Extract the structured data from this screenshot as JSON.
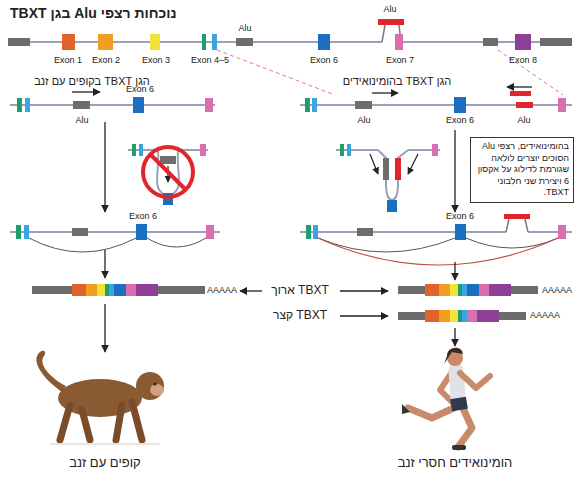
{
  "diagram": {
    "title": "נוכחות רצפי Alu בגן TBXT",
    "nodes": [
      {
        "text": [
          "בהומינואידים, רצפי Alu הסוכים יוצרים לולאה שגורמת לדילוג על אקסון 6 ויצירת שני חלבוני TBXT."
        ]
      }
    ],
    "labels": [
      "Exon 1",
      "Exon 2",
      "Exon 3",
      "Exon 4–5",
      "Alu",
      "Exon 6",
      "Alu",
      "Exon 7",
      "Exon 8",
      "הגן TBXT בקופים עם זנב",
      "Alu",
      "Exon 6",
      "הגן TBXT בהומינואידים",
      "Alu",
      "Exon 6",
      "Alu",
      "Exon 6",
      "Exon 6",
      "AAAAA",
      "TBXT ארוך",
      "TBXT קצר",
      "AAAAA",
      "AAAAA",
      "קופים עם זנב",
      "הומינואידים חסרי זנב"
    ]
  }
}
